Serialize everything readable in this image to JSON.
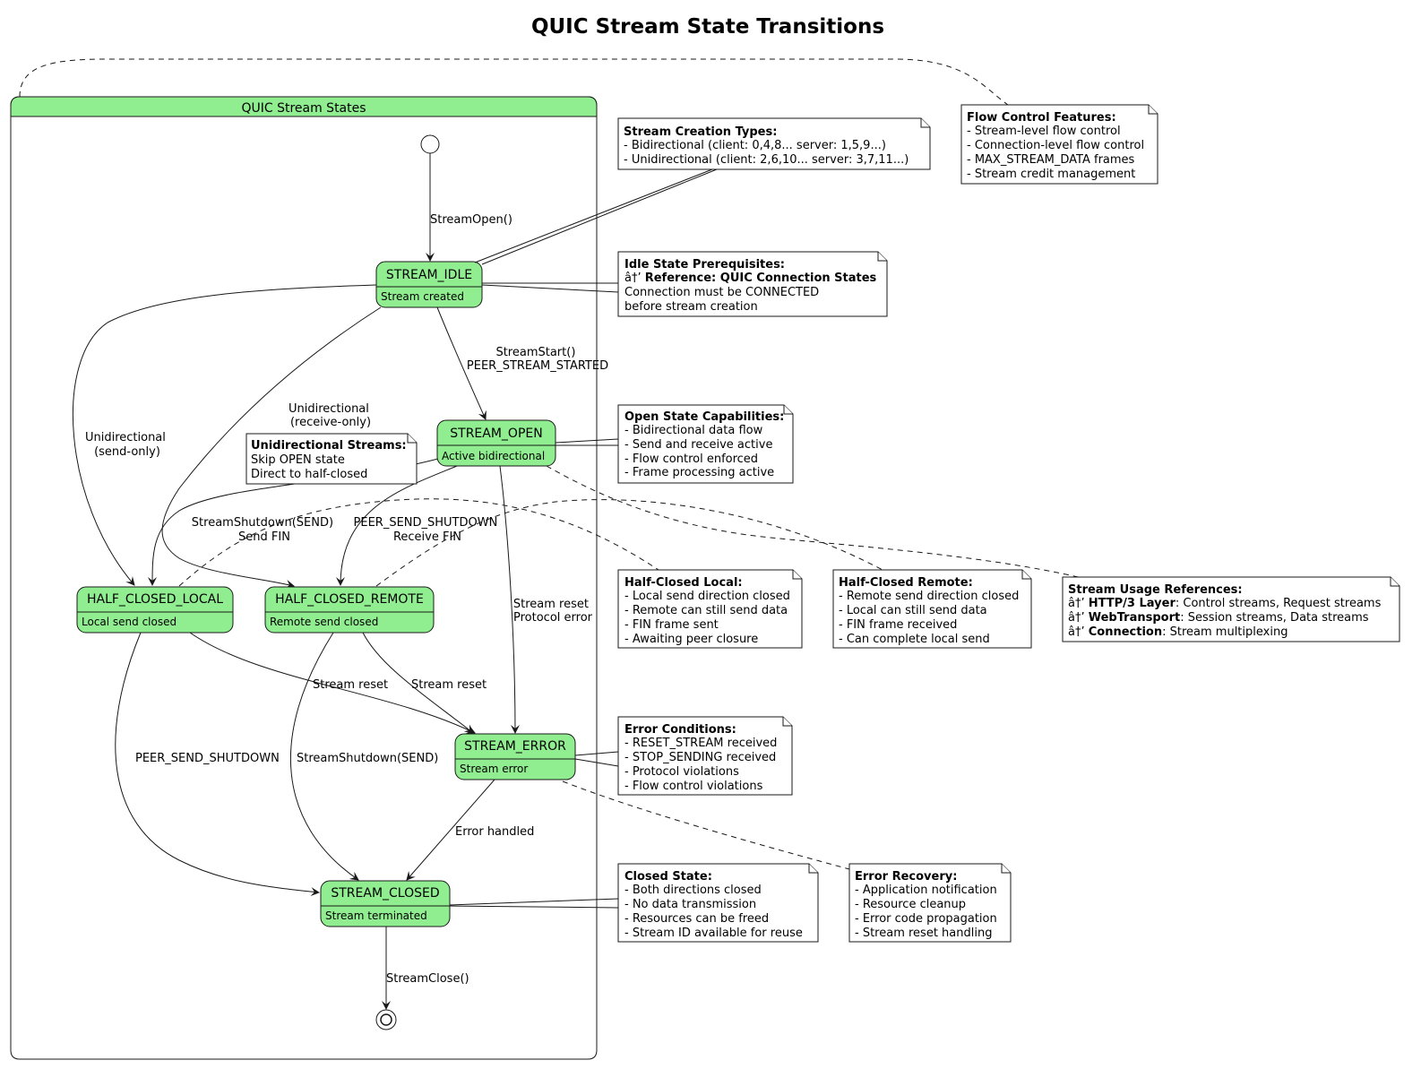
{
  "title": "QUIC Stream State Transitions",
  "frame_title": "QUIC Stream States",
  "states": {
    "idle": {
      "name": "STREAM_IDLE",
      "desc": "Stream created"
    },
    "open": {
      "name": "STREAM_OPEN",
      "desc": "Active bidirectional"
    },
    "hcl": {
      "name": "HALF_CLOSED_LOCAL",
      "desc": "Local send closed"
    },
    "hcr": {
      "name": "HALF_CLOSED_REMOTE",
      "desc": "Remote send closed"
    },
    "error": {
      "name": "STREAM_ERROR",
      "desc": "Stream error"
    },
    "closed": {
      "name": "STREAM_CLOSED",
      "desc": "Stream terminated"
    }
  },
  "transitions": {
    "start_idle": "StreamOpen()",
    "idle_open": [
      "StreamStart()",
      "PEER_STREAM_STARTED"
    ],
    "idle_hcl": [
      "Unidirectional",
      "(send-only)"
    ],
    "idle_hcr": [
      "Unidirectional",
      "(receive-only)"
    ],
    "open_hcl": [
      "StreamShutdown(SEND)",
      "Send FIN"
    ],
    "open_hcr": [
      "PEER_SEND_SHUTDOWN",
      "Receive FIN"
    ],
    "open_error": [
      "Stream reset",
      "Protocol error"
    ],
    "hcl_error": "Stream reset",
    "hcr_error": "Stream reset",
    "hcl_closed": "PEER_SEND_SHUTDOWN",
    "hcr_closed": "StreamShutdown(SEND)",
    "error_closed": "Error handled",
    "closed_end": "StreamClose()"
  },
  "notes": {
    "uni": {
      "head": "Unidirectional Streams:",
      "lines": [
        "Skip OPEN state",
        "Direct to half-closed"
      ]
    },
    "creation": {
      "head": "Stream Creation Types:",
      "lines": [
        "- Bidirectional (client: 0,4,8... server: 1,5,9...)",
        "- Unidirectional (client: 2,6,10... server: 3,7,11...)"
      ]
    },
    "flow": {
      "head": "Flow Control Features:",
      "lines": [
        "- Stream-level flow control",
        "- Connection-level flow control",
        "- MAX_STREAM_DATA frames",
        "- Stream credit management"
      ]
    },
    "idle": {
      "head": "Idle State Prerequisites:",
      "ref_prefix": "â†’ ",
      "ref_bold": "Reference: QUIC Connection States",
      "lines": [
        "Connection must be CONNECTED",
        "before stream creation"
      ]
    },
    "open": {
      "head": "Open State Capabilities:",
      "lines": [
        "- Bidirectional data flow",
        "- Send and receive active",
        "- Flow control enforced",
        "- Frame processing active"
      ]
    },
    "hcl": {
      "head": "Half-Closed Local:",
      "lines": [
        "- Local send direction closed",
        "- Remote can still send data",
        "- FIN frame sent",
        "- Awaiting peer closure"
      ]
    },
    "hcr": {
      "head": "Half-Closed Remote:",
      "lines": [
        "- Remote send direction closed",
        "- Local can still send data",
        "- FIN frame received",
        "- Can complete local send"
      ]
    },
    "usage": {
      "head": "Stream Usage References:",
      "items": [
        {
          "prefix": "â†’ ",
          "bold": "HTTP/3 Layer",
          "rest": ": Control streams, Request streams"
        },
        {
          "prefix": "â†’ ",
          "bold": "WebTransport",
          "rest": ": Session streams, Data streams"
        },
        {
          "prefix": "â†’ ",
          "bold": "Connection",
          "rest": ": Stream multiplexing"
        }
      ]
    },
    "errcond": {
      "head": "Error Conditions:",
      "lines": [
        "- RESET_STREAM received",
        "- STOP_SENDING received",
        "- Protocol violations",
        "- Flow control violations"
      ]
    },
    "closed": {
      "head": "Closed State:",
      "lines": [
        "- Both directions closed",
        "- No data transmission",
        "- Resources can be freed",
        "- Stream ID available for reuse"
      ]
    },
    "recovery": {
      "head": "Error Recovery:",
      "lines": [
        "- Application notification",
        "- Resource cleanup",
        "- Error code propagation",
        "- Stream reset handling"
      ]
    }
  },
  "colors": {
    "state_fill": "#90ee90",
    "frame_header": "#90ee90",
    "stroke": "#181818"
  }
}
